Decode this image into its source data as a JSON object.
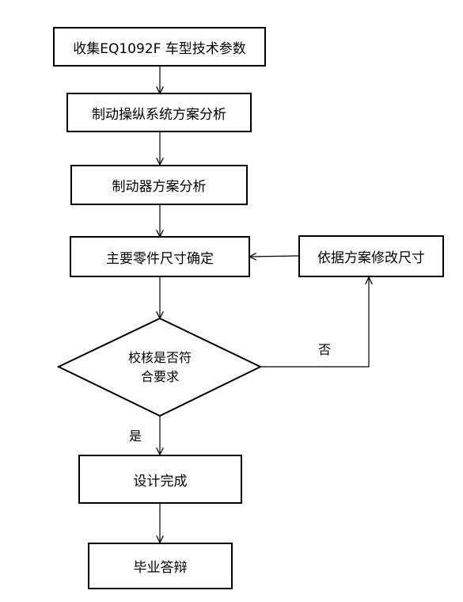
{
  "steps": {
    "collect": "收集EQ1092F 车型技术参数",
    "brake_control": "制动操纵系统方案分析",
    "brake_scheme": "制动器方案分析",
    "dimension": "主要零件尺寸确定",
    "modify": "依据方案修改尺寸",
    "check_line1": "校核是否符",
    "check_line2": "合要求",
    "design_done": "设计完成",
    "defense": "毕业答辩"
  },
  "branches": {
    "no": "否",
    "yes": "是"
  }
}
